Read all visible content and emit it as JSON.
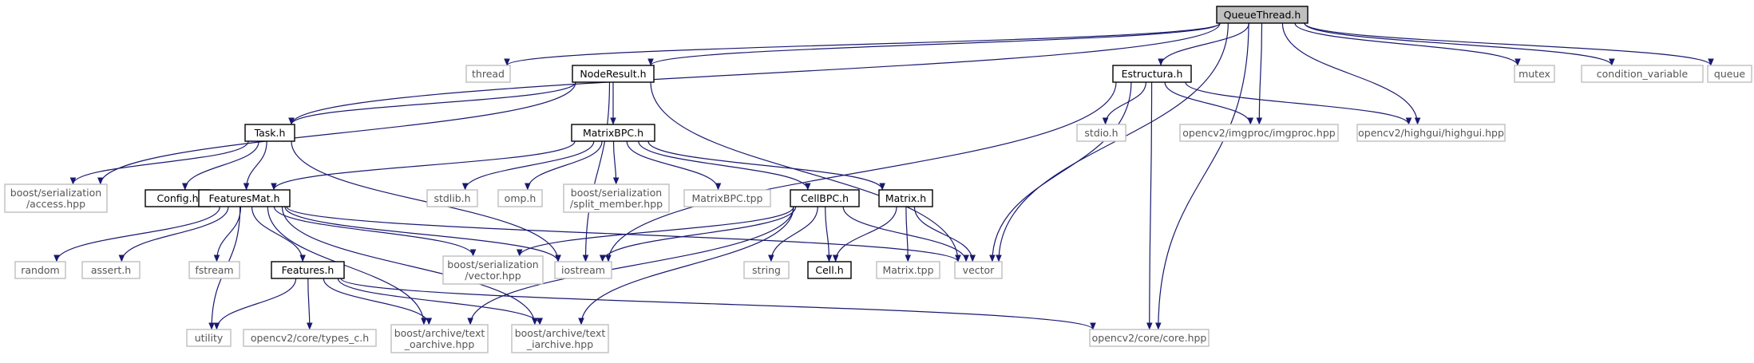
{
  "graph": {
    "edge_color": "#191970",
    "nodes": [
      {
        "id": "queuethread",
        "label": "QueueThread.h",
        "style": "root"
      },
      {
        "id": "thread",
        "label": "thread",
        "style": "external"
      },
      {
        "id": "noderesult",
        "label": "NodeResult.h",
        "style": "local"
      },
      {
        "id": "estructura",
        "label": "Estructura.h",
        "style": "local"
      },
      {
        "id": "mutex",
        "label": "mutex",
        "style": "external"
      },
      {
        "id": "condvar",
        "label": "condition_variable",
        "style": "external"
      },
      {
        "id": "queue",
        "label": "queue",
        "style": "external"
      },
      {
        "id": "task",
        "label": "Task.h",
        "style": "local"
      },
      {
        "id": "matrixbpc",
        "label": "MatrixBPC.h",
        "style": "local"
      },
      {
        "id": "stdio",
        "label": "stdio.h",
        "style": "external"
      },
      {
        "id": "imgproc",
        "label": "opencv2/imgproc/imgproc.hpp",
        "style": "external"
      },
      {
        "id": "highgui",
        "label": "opencv2/highgui/highgui.hpp",
        "style": "external"
      },
      {
        "id": "access",
        "label": "boost/serialization\n/access.hpp",
        "style": "external"
      },
      {
        "id": "config",
        "label": "Config.h",
        "style": "local"
      },
      {
        "id": "featuresmat",
        "label": "FeaturesMat.h",
        "style": "local"
      },
      {
        "id": "stdlib",
        "label": "stdlib.h",
        "style": "external"
      },
      {
        "id": "omp",
        "label": "omp.h",
        "style": "external"
      },
      {
        "id": "splitmember",
        "label": "boost/serialization\n/split_member.hpp",
        "style": "external"
      },
      {
        "id": "matrixbpctpp",
        "label": "MatrixBPC.tpp",
        "style": "external"
      },
      {
        "id": "cellbpc",
        "label": "CellBPC.h",
        "style": "local"
      },
      {
        "id": "matrix",
        "label": "Matrix.h",
        "style": "local"
      },
      {
        "id": "random",
        "label": "random",
        "style": "external"
      },
      {
        "id": "assert",
        "label": "assert.h",
        "style": "external"
      },
      {
        "id": "fstream",
        "label": "fstream",
        "style": "external"
      },
      {
        "id": "vectorhpp",
        "label": "boost/serialization\n/vector.hpp",
        "style": "external"
      },
      {
        "id": "iostream",
        "label": "iostream",
        "style": "external"
      },
      {
        "id": "string",
        "label": "string",
        "style": "external"
      },
      {
        "id": "cell",
        "label": "Cell.h",
        "style": "local"
      },
      {
        "id": "matrixtpp",
        "label": "Matrix.tpp",
        "style": "external"
      },
      {
        "id": "vector",
        "label": "vector",
        "style": "external"
      },
      {
        "id": "features",
        "label": "Features.h",
        "style": "local"
      },
      {
        "id": "utility",
        "label": "utility",
        "style": "external"
      },
      {
        "id": "typesc",
        "label": "opencv2/core/types_c.h",
        "style": "external"
      },
      {
        "id": "oarchive",
        "label": "boost/archive/text\n_oarchive.hpp",
        "style": "external"
      },
      {
        "id": "iarchive",
        "label": "boost/archive/text\n_iarchive.hpp",
        "style": "external"
      },
      {
        "id": "core",
        "label": "opencv2/core/core.hpp",
        "style": "external"
      }
    ],
    "edges": [
      [
        "queuethread",
        "thread"
      ],
      [
        "queuethread",
        "task"
      ],
      [
        "queuethread",
        "noderesult"
      ],
      [
        "queuethread",
        "vector"
      ],
      [
        "queuethread",
        "estructura"
      ],
      [
        "queuethread",
        "imgproc"
      ],
      [
        "queuethread",
        "highgui"
      ],
      [
        "queuethread",
        "core"
      ],
      [
        "queuethread",
        "mutex"
      ],
      [
        "queuethread",
        "condvar"
      ],
      [
        "queuethread",
        "queue"
      ],
      [
        "noderesult",
        "task"
      ],
      [
        "noderesult",
        "access"
      ],
      [
        "noderesult",
        "matrixbpc"
      ],
      [
        "noderesult",
        "iostream"
      ],
      [
        "noderesult",
        "vector"
      ],
      [
        "estructura",
        "iostream"
      ],
      [
        "estructura",
        "stdio"
      ],
      [
        "estructura",
        "vector"
      ],
      [
        "estructura",
        "imgproc"
      ],
      [
        "estructura",
        "highgui"
      ],
      [
        "estructura",
        "core"
      ],
      [
        "task",
        "access"
      ],
      [
        "task",
        "config"
      ],
      [
        "task",
        "featuresmat"
      ],
      [
        "task",
        "iostream"
      ],
      [
        "matrixbpc",
        "featuresmat"
      ],
      [
        "matrixbpc",
        "stdlib"
      ],
      [
        "matrixbpc",
        "omp"
      ],
      [
        "matrixbpc",
        "splitmember"
      ],
      [
        "matrixbpc",
        "matrixbpctpp"
      ],
      [
        "matrixbpc",
        "cellbpc"
      ],
      [
        "matrixbpc",
        "matrix"
      ],
      [
        "featuresmat",
        "random"
      ],
      [
        "featuresmat",
        "assert"
      ],
      [
        "featuresmat",
        "fstream"
      ],
      [
        "featuresmat",
        "utility"
      ],
      [
        "featuresmat",
        "features"
      ],
      [
        "featuresmat",
        "vectorhpp"
      ],
      [
        "featuresmat",
        "iostream"
      ],
      [
        "featuresmat",
        "vector"
      ],
      [
        "featuresmat",
        "oarchive"
      ],
      [
        "featuresmat",
        "iarchive"
      ],
      [
        "cellbpc",
        "vectorhpp"
      ],
      [
        "cellbpc",
        "iostream"
      ],
      [
        "cellbpc",
        "string"
      ],
      [
        "cellbpc",
        "cell"
      ],
      [
        "cellbpc",
        "vector"
      ],
      [
        "cellbpc",
        "oarchive"
      ],
      [
        "cellbpc",
        "iarchive"
      ],
      [
        "matrix",
        "cell"
      ],
      [
        "matrix",
        "matrixtpp"
      ],
      [
        "matrix",
        "vector"
      ],
      [
        "features",
        "utility"
      ],
      [
        "features",
        "typesc"
      ],
      [
        "features",
        "oarchive"
      ],
      [
        "features",
        "iarchive"
      ],
      [
        "features",
        "core"
      ]
    ]
  }
}
